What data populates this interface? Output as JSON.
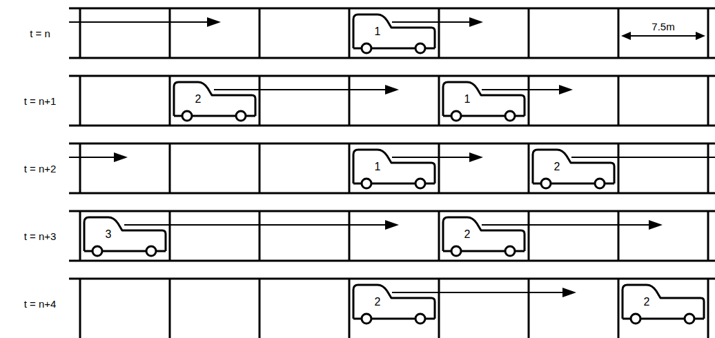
{
  "diagram": {
    "nodes": [
      {
        "text": [
          "1"
        ]
      },
      {
        "text": [
          "2"
        ]
      },
      {
        "text": [
          "1"
        ]
      },
      {
        "text": [
          "1"
        ]
      },
      {
        "text": [
          "2"
        ]
      },
      {
        "text": [
          "3"
        ]
      },
      {
        "text": [
          "2"
        ]
      },
      {
        "text": [
          "2"
        ]
      },
      {
        "text": [
          "2"
        ]
      }
    ],
    "labels": [
      "t = n",
      "t = n+1",
      "t = n+2",
      "t = n+3",
      "t = n+4",
      "7.5m"
    ]
  }
}
